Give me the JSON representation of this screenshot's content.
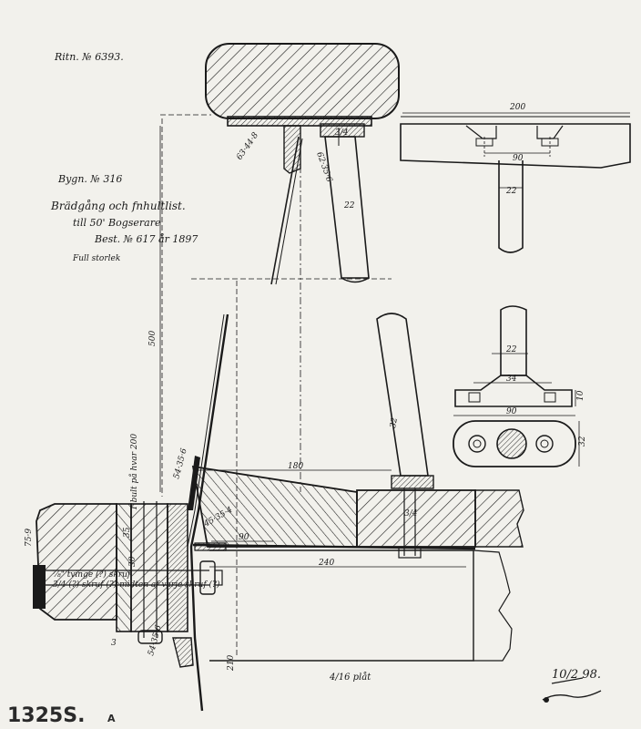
{
  "drawing_ref": "Ritn. № 6393.",
  "building_no": "Bygn. № 316",
  "title_line1": "Brädgång och fnhultlist.",
  "title_line2": "till 50' Bogserare",
  "order_line": "Best. № 617 år 1897",
  "scale_note": "Full storlek",
  "date_mark": "10/2 98.",
  "archive_stamp": "1325S.",
  "archive_suffix": "A",
  "plate_note": "4/16 plåt",
  "bolt_note_1": "⅞\" tvinge (?) skruf",
  "bolt_note_2": "3/4 (?) skruf (?) midten af varje skruf (?)",
  "colors": {
    "paper": "#f2f1ec",
    "ink": "#1a1a1a"
  },
  "dimensions": {
    "top_width": "200",
    "top_bolt_spacing": "90",
    "top_stanchion_dia": "22",
    "top_bolt": "3/4",
    "upper_stanchion_dia": "22",
    "bracket_top": "62·35·6",
    "angle_left": "63·44·8",
    "height_500": "500",
    "length_180": "180",
    "length_240": "240",
    "length_90": "90",
    "lower_stanchion_dia": "32",
    "lower_bolt": "3/4",
    "angle_upper": "54·35·6",
    "angle_mid": "45·35·4",
    "angle_lower": "54·35·6",
    "rail_height": "75·9",
    "dim_35": "35",
    "dim_30": "30",
    "dim_3": "3",
    "dim_210": "210",
    "base_stem": "22",
    "base_width": "34",
    "base_length": "90",
    "base_height": "10",
    "base_depth": "32",
    "vertical_note": "1 bult på hvar 200"
  }
}
